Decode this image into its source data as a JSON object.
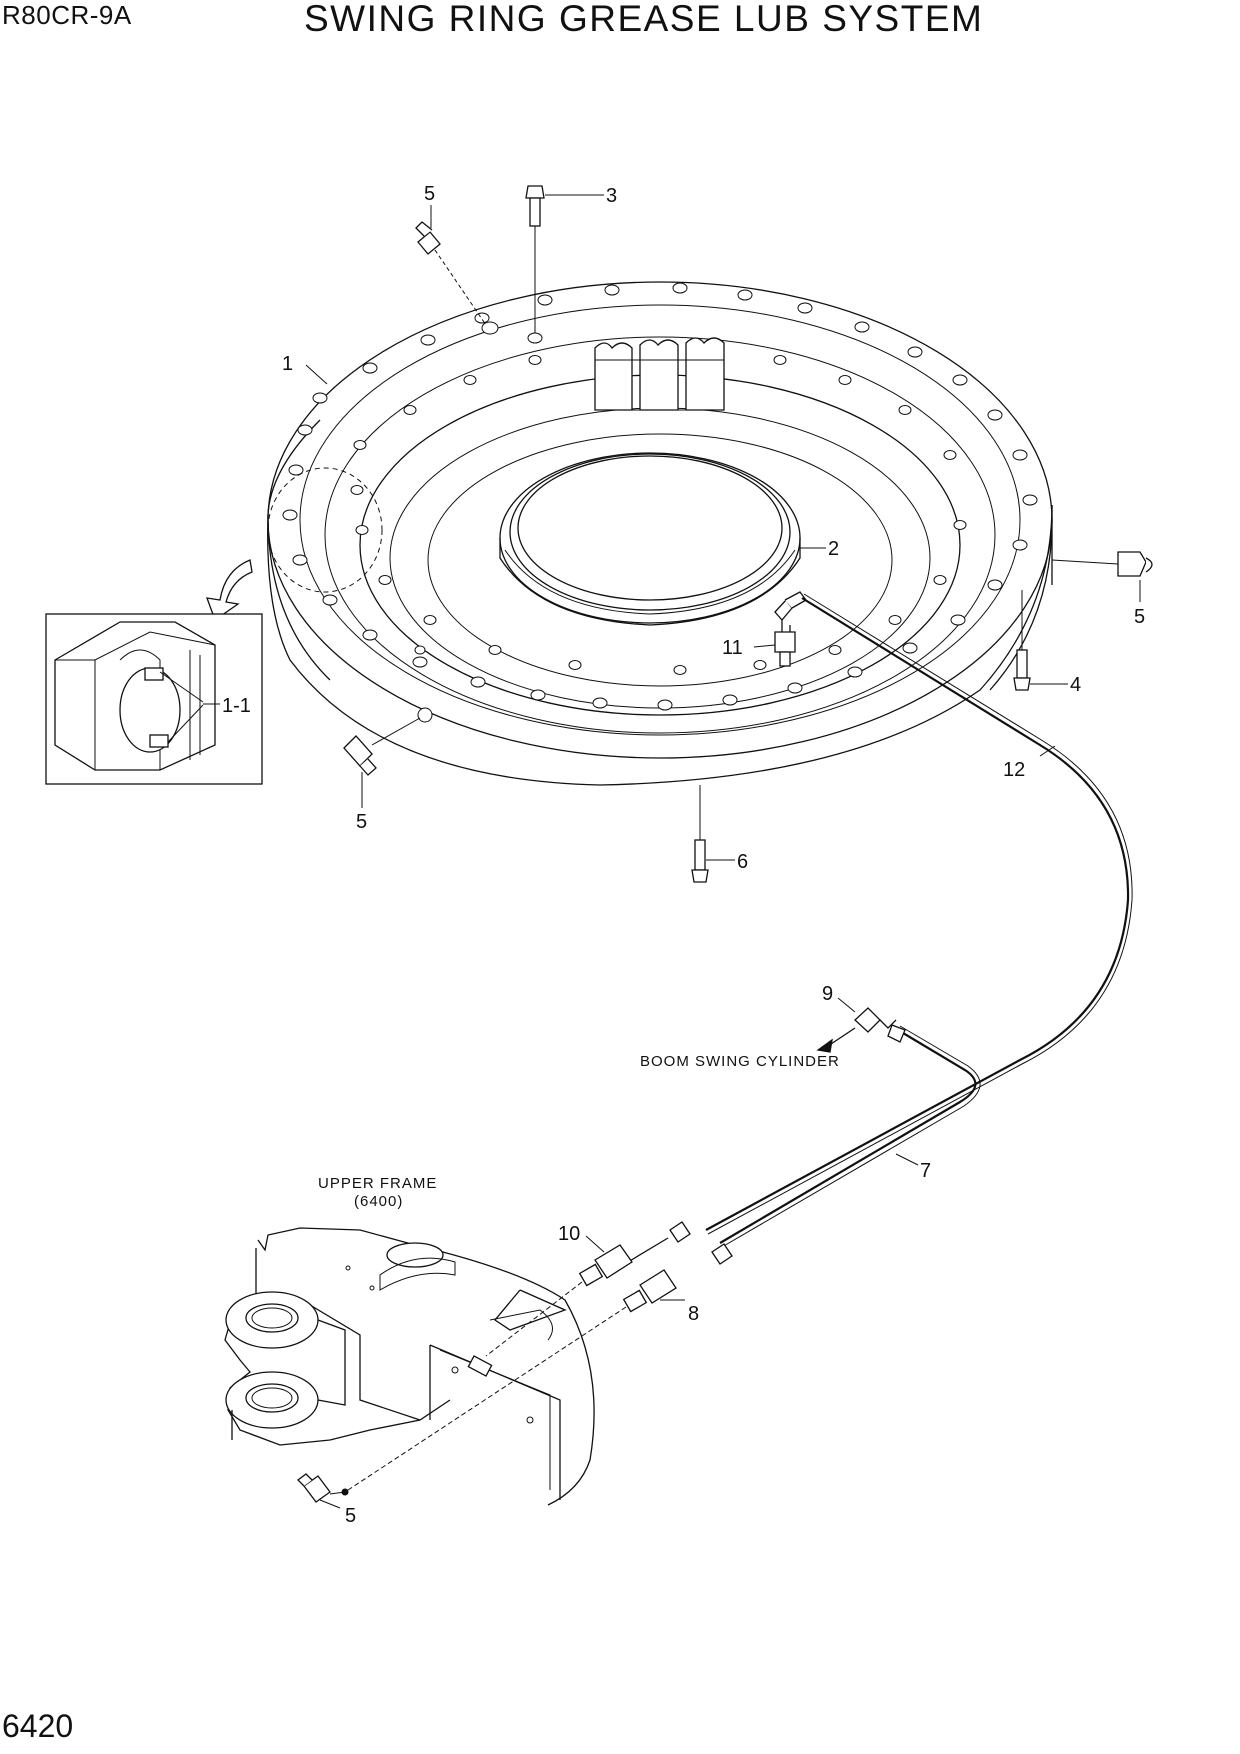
{
  "header": {
    "model": "R80CR-9A",
    "title": "SWING RING GREASE LUB SYSTEM"
  },
  "footer": {
    "page_number": "6420"
  },
  "callouts": {
    "c1": "1",
    "c1_1": "1-1",
    "c2": "2",
    "c3": "3",
    "c4": "4",
    "c5_top": "5",
    "c5_right": "5",
    "c5_left": "5",
    "c5_bottom": "5",
    "c6": "6",
    "c7": "7",
    "c8": "8",
    "c9": "9",
    "c10": "10",
    "c11": "11",
    "c12": "12"
  },
  "notes": {
    "boom_swing": "BOOM SWING CYLINDER",
    "upper_frame": "UPPER FRAME",
    "upper_frame_ref": "(6400)"
  }
}
